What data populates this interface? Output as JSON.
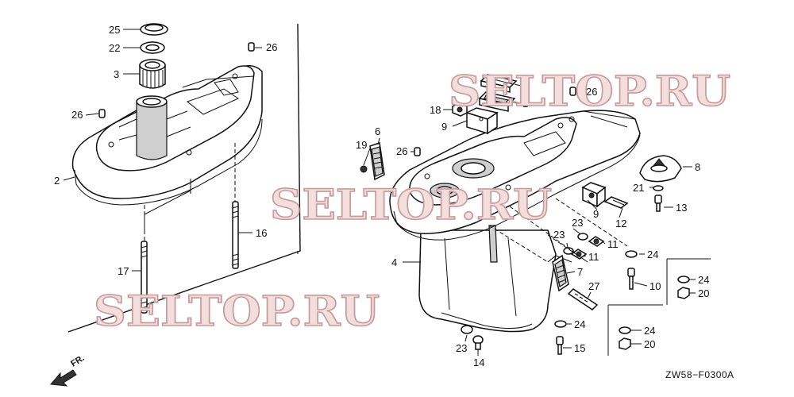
{
  "diagram": {
    "code": "ZW58−F0300A",
    "direction_label": "FR.",
    "watermark": "SELTOP.RU",
    "callouts": {
      "c25": "25",
      "c22": "22",
      "c3": "3",
      "c26a": "26",
      "c26b": "26",
      "c2": "2",
      "c16": "16",
      "c17": "17",
      "c5": "5",
      "c1": "1",
      "c26c": "26",
      "c18": "18",
      "c9a": "9",
      "c6": "6",
      "c19": "19",
      "c26d": "26",
      "c8": "8",
      "c21": "21",
      "c13": "13",
      "c9b": "9",
      "c12": "12",
      "c23a": "23",
      "c23b": "23",
      "c11a": "11",
      "c11b": "11",
      "c24a": "24",
      "c4": "4",
      "c7": "7",
      "c27": "27",
      "c10": "10",
      "c24b": "24",
      "c20a": "20",
      "c24c": "24",
      "c24d": "24",
      "c20b": "20",
      "c23c": "23",
      "c14": "14",
      "c15": "15"
    }
  }
}
